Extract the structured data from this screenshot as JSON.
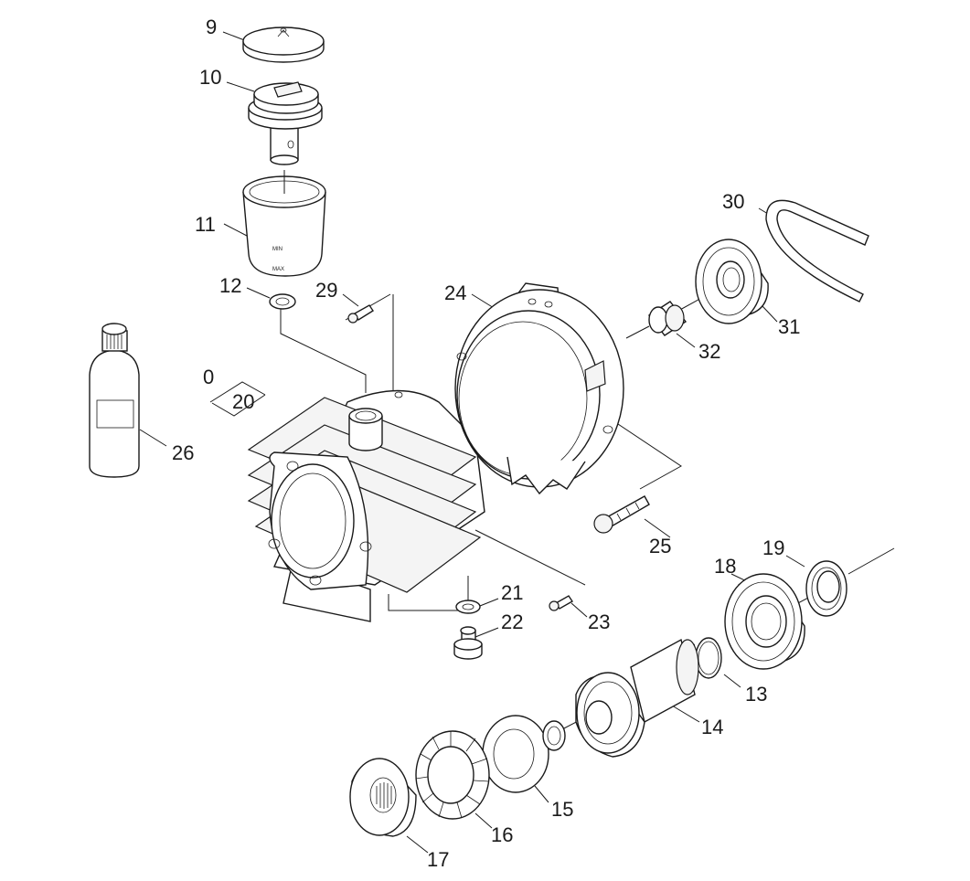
{
  "callouts": [
    {
      "id": "9",
      "text": "9"
    },
    {
      "id": "10",
      "text": "10"
    },
    {
      "id": "11",
      "text": "11"
    },
    {
      "id": "12",
      "text": "12"
    },
    {
      "id": "29",
      "text": "29"
    },
    {
      "id": "24",
      "text": "24"
    },
    {
      "id": "30",
      "text": "30"
    },
    {
      "id": "31",
      "text": "31"
    },
    {
      "id": "32",
      "text": "32"
    },
    {
      "id": "0",
      "text": "0"
    },
    {
      "id": "20",
      "text": "20"
    },
    {
      "id": "26",
      "text": "26"
    },
    {
      "id": "25",
      "text": "25"
    },
    {
      "id": "19",
      "text": "19"
    },
    {
      "id": "18",
      "text": "18"
    },
    {
      "id": "21",
      "text": "21"
    },
    {
      "id": "22",
      "text": "22"
    },
    {
      "id": "23",
      "text": "23"
    },
    {
      "id": "13",
      "text": "13"
    },
    {
      "id": "14",
      "text": "14"
    },
    {
      "id": "15",
      "text": "15"
    },
    {
      "id": "16",
      "text": "16"
    },
    {
      "id": "17",
      "text": "17"
    }
  ],
  "cup_marks": {
    "min": "MIN",
    "max": "MAX"
  }
}
